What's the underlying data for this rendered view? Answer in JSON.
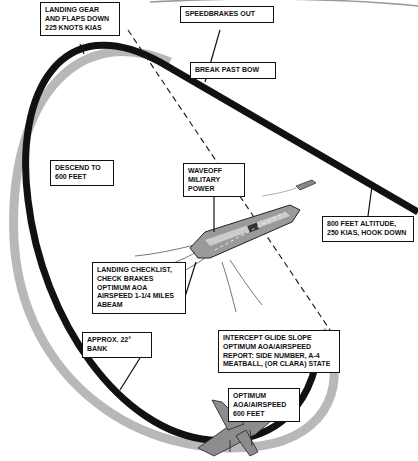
{
  "diagram": {
    "nodes": [
      {
        "text": [
          "LANDING GEAR AND FLAPS DOWN 225 KNOTS KIAS"
        ]
      },
      {
        "text": [
          "SPEEDBRAKES OUT"
        ]
      },
      {
        "text": [
          "BREAK PAST BOW"
        ]
      },
      {
        "text": [
          "DESCEND TO 600 FEET"
        ]
      },
      {
        "text": [
          "WAVEOFF MILITARY POWER"
        ]
      },
      {
        "text": [
          "800 FEET ALTITUDE, 250 KIAS, HOOK DOWN"
        ]
      },
      {
        "text": [
          "LANDING CHECKLIST, CHECK BRAKES OPTIMUM AOA AIRSPEED 1-1/4 MILES ABEAM"
        ]
      },
      {
        "text": [
          "INTERCEPT GLIDE SLOPE OPTIMUM AOA/AIRSPEED REPORT: SIDE NUMBER, A-4 MEATBALL, (OR CLARA) STATE"
        ]
      },
      {
        "text": [
          "APPROX. 22° BANK"
        ]
      },
      {
        "text": [
          "OPTIMUM AOA/AIRSPEED 600 FEET"
        ]
      }
    ]
  }
}
